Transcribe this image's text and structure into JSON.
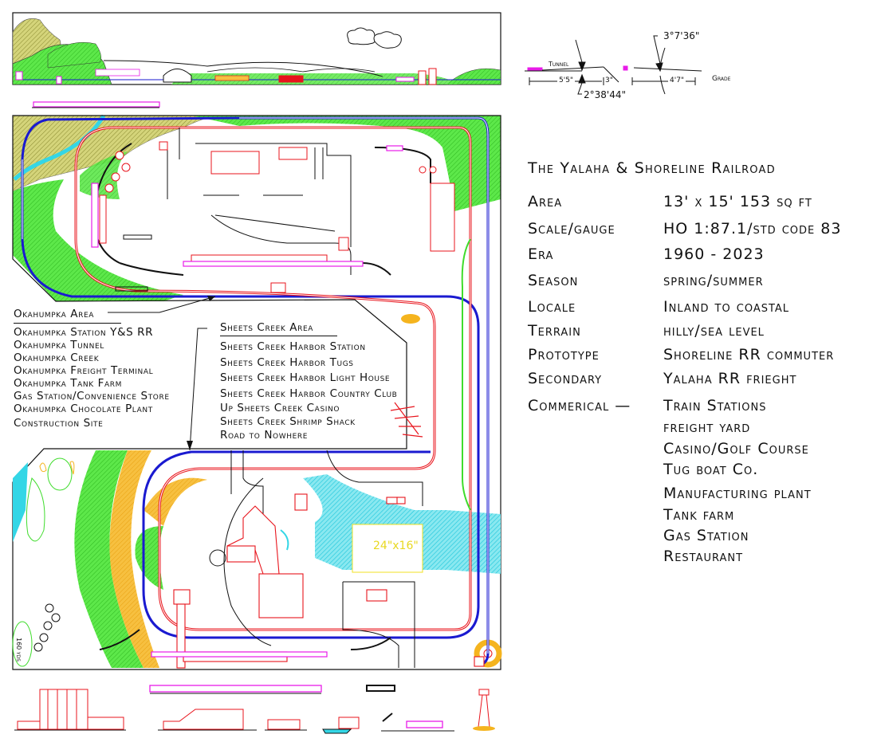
{
  "info_panel": {
    "title": "The Yalaha & Shoreline Railroad",
    "rows": [
      {
        "key": "Area",
        "value": "13' x 15'  153 sq ft"
      },
      {
        "key": "Scale/gauge",
        "value": "HO 1:87.1/std code 83"
      },
      {
        "key": "Era",
        "value": "1960 - 2023"
      },
      {
        "key": "Season",
        "value": "spring/summer"
      },
      {
        "key": "Locale",
        "value": "Inland to coastal"
      },
      {
        "key": "Terrain",
        "value": "hilly/sea level"
      },
      {
        "key": "Prototype",
        "value": "Shoreline RR commuter"
      },
      {
        "key": "Secondary",
        "value": "Yalaha RR frieght"
      }
    ],
    "commercial_label": "Commerical —",
    "commercial_items": [
      "Train Stations",
      "freight yard",
      "Casino/Golf Course",
      "Tug boat Co.",
      "Manufacturing plant",
      "Tank farm",
      "Gas Station",
      "Restaurant"
    ]
  },
  "grade_diagram": {
    "tunnel_label": "Tunnel",
    "grade_label": "Grade",
    "dim_left": "5'5\"",
    "dim_mid": "3\"",
    "dim_right": "4'7\"",
    "angle_left": "2°38'44\"",
    "angle_right": "3°7'36\""
  },
  "okahumpka_area": {
    "heading": "Okahumpka Area",
    "items": [
      "Okahumpka Station Y&S RR",
      "Okahumpka Tunnel",
      "Okahumpka Creek",
      "Okahumpka Freight Terminal",
      "Okahumpka Tank Farm",
      "Gas Station/Convenience Store",
      "Okahumpka Chocolate Plant",
      "Construction Site"
    ]
  },
  "sheets_creek_area": {
    "heading": "Sheets Creek Area",
    "items": [
      "Sheets Creek Harbor Station",
      "Sheets Creek Harbor Tugs",
      "Sheets Creek Harbor Light House",
      "Sheets Creek Harbor Country Club",
      "Up Sheets Creek Casino",
      "Sheets Creek Shrimp Shack",
      "Road to Nowhere"
    ]
  },
  "plan_labels": {
    "harbor_size": "24\"x16\"",
    "golf_distance": "160 yds"
  },
  "colors": {
    "red_track": "#e8141c",
    "blue_track": "#1a1ad0",
    "black_track": "#111111",
    "green_grass": "#3fdc2c",
    "water": "#34d6e6",
    "orange_sand": "#f5b41e",
    "magenta_train": "#e81ce8",
    "hill_olive": "#c8c864",
    "yellow_label": "#f0e020"
  }
}
